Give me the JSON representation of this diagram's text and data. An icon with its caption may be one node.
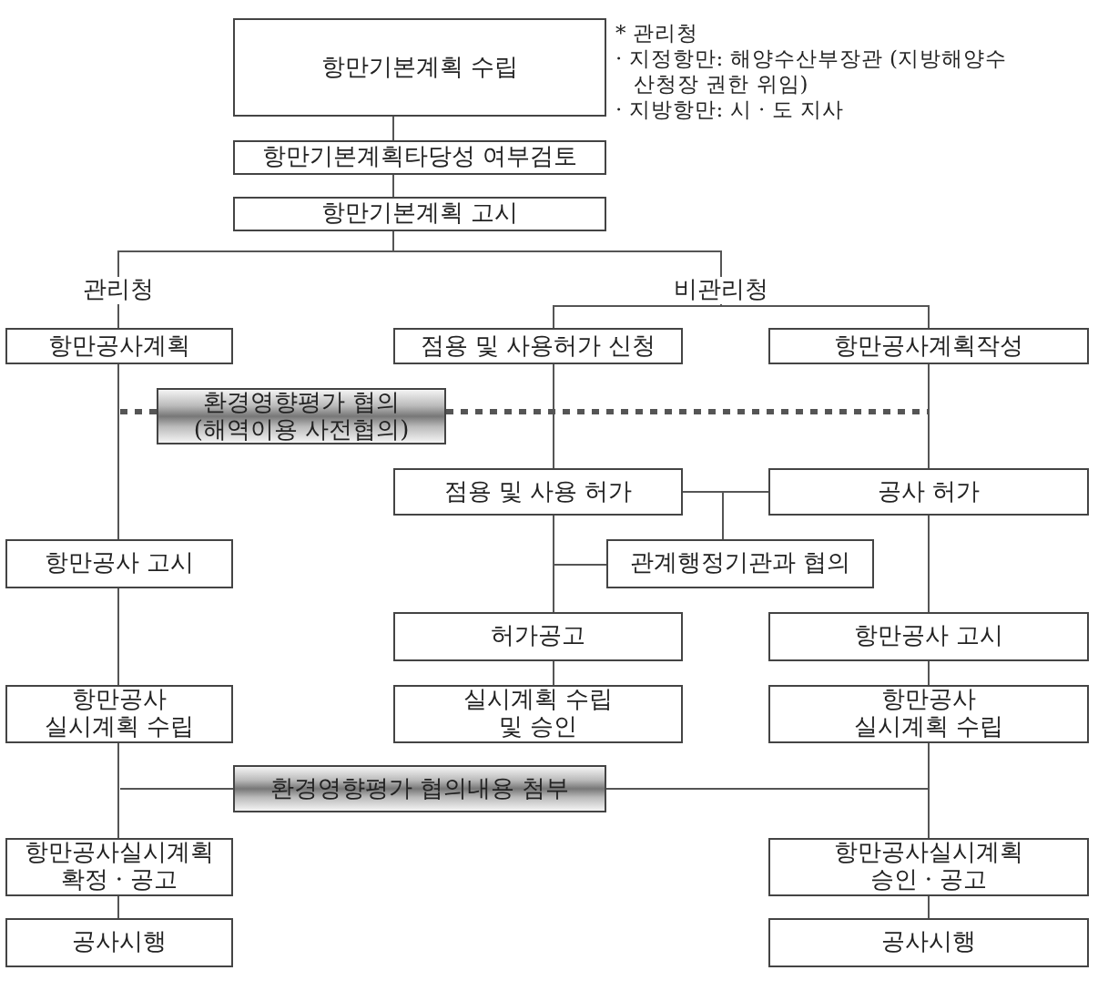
{
  "diagram": {
    "nodes": [
      {
        "text": [
          "항만기본계획 수립"
        ],
        "beside": [
          "* 관리청",
          "· 지정항만: 해양수산부장관 (지방해양수산청장 권한 위임)",
          "· 지방항만: 시 · 도 지사"
        ]
      },
      {
        "text": [
          "항만기본계획타당성 여부검토"
        ]
      },
      {
        "text": [
          "항만기본계획 고시"
        ]
      },
      {
        "text": [
          "관리청"
        ]
      },
      {
        "text": [
          "비관리청"
        ]
      },
      {
        "text": [
          "항만공사계획"
        ]
      },
      {
        "text": [
          "점용 및 사용허가 신청"
        ]
      },
      {
        "text": [
          "항만공사계획작성"
        ]
      },
      {
        "text": [
          "환경영향평가 협의 (해역이용 사전협의)"
        ]
      },
      {
        "text": [
          "점용 및 사용 허가"
        ]
      },
      {
        "text": [
          "공사 허가"
        ]
      },
      {
        "text": [
          "항만공사 고시"
        ]
      },
      {
        "text": [
          "관계행정기관과 협의"
        ]
      },
      {
        "text": [
          "허가공고"
        ]
      },
      {
        "text": [
          "항만공사 고시"
        ]
      },
      {
        "text": [
          "항만공사 실시계획 수립"
        ]
      },
      {
        "text": [
          "실시계획 수립 및 승인"
        ]
      },
      {
        "text": [
          "항만공사 실시계획 수립"
        ]
      },
      {
        "text": [
          "환경영향평가 협의내용 첨부"
        ]
      },
      {
        "text": [
          "항만공사실시계획 확정 · 공고"
        ]
      },
      {
        "text": [
          "항만공사실시계획 승인 · 공고"
        ]
      },
      {
        "text": [
          "공사시행"
        ]
      },
      {
        "text": [
          "공사시행"
        ]
      }
    ],
    "edges": [
      {
        "from": 0,
        "to": 1,
        "arrow": "none"
      },
      {
        "from": 1,
        "to": 2,
        "arrow": "none"
      },
      {
        "from": 2,
        "to": 3,
        "arrow": "none"
      },
      {
        "from": 2,
        "to": 4,
        "arrow": "none"
      },
      {
        "from": 3,
        "to": 5,
        "arrow": "none"
      },
      {
        "from": 4,
        "to": 6,
        "arrow": "none"
      },
      {
        "from": 4,
        "to": 7,
        "arrow": "none"
      },
      {
        "from": 5,
        "to": 11,
        "arrow": "none"
      },
      {
        "from": 6,
        "to": 9,
        "arrow": "none"
      },
      {
        "from": 7,
        "to": 10,
        "arrow": "none"
      },
      {
        "from": 8,
        "to": null,
        "arrow": "none",
        "style": "dashed"
      },
      {
        "from": 8,
        "to": 7,
        "arrow": "none",
        "style": "dashed"
      },
      {
        "from": 9,
        "to": 10,
        "arrow": "none"
      },
      {
        "from": 9,
        "to": 12,
        "arrow": "none"
      },
      {
        "from": 10,
        "to": 12,
        "arrow": "none"
      },
      {
        "from": 9,
        "to": 13,
        "arrow": "none"
      },
      {
        "from": 9,
        "to": 12,
        "arrow": "none"
      },
      {
        "from": 10,
        "to": 14,
        "arrow": "none"
      },
      {
        "from": 11,
        "to": 15,
        "arrow": "none"
      },
      {
        "from": 13,
        "to": 16,
        "arrow": "none"
      },
      {
        "from": 14,
        "to": 17,
        "arrow": "none"
      },
      {
        "from": 15,
        "to": 19,
        "arrow": "none"
      },
      {
        "from": 17,
        "to": 20,
        "arrow": "none"
      },
      {
        "from": 18,
        "to": 15,
        "arrow": "none"
      },
      {
        "from": 18,
        "to": 17,
        "arrow": "none"
      },
      {
        "from": 19,
        "to": 21,
        "arrow": "none"
      },
      {
        "from": 20,
        "to": 22,
        "arrow": "none"
      }
    ]
  }
}
